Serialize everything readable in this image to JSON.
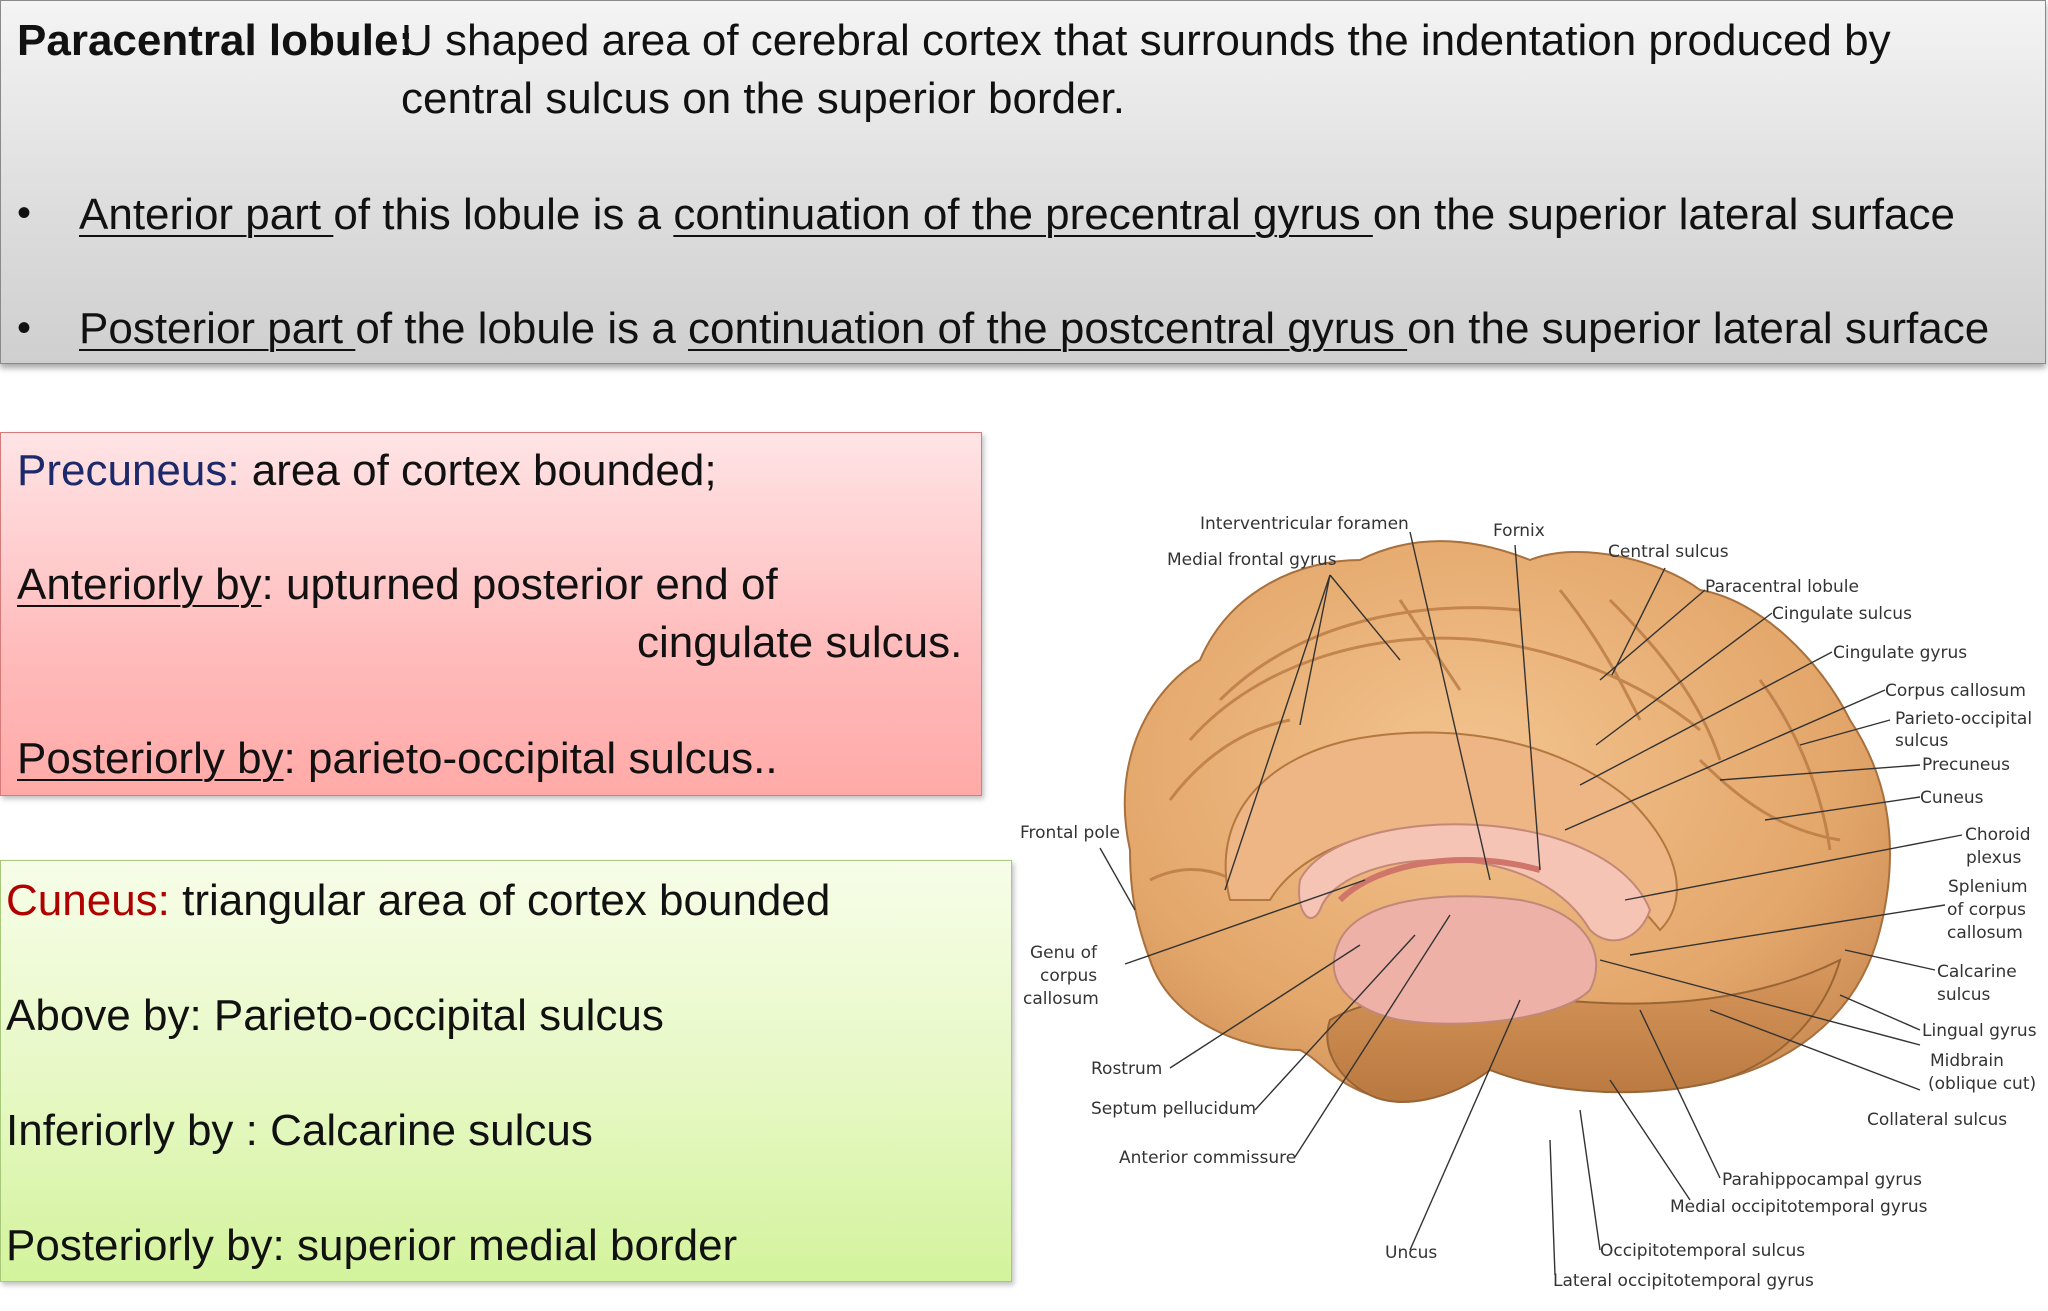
{
  "top": {
    "term": "Paracentral lobule:",
    "line1": "U shaped area of  cerebral cortex that surrounds the indentation produced by",
    "line2": "central sulcus on the superior border.",
    "bullet": "•",
    "b1_u1": "Anterior part ",
    "b1_t1": "of this lobule is a ",
    "b1_u2": "continuation of the precentral gyrus ",
    "b1_t2": "on the superior lateral surface",
    "b2_u1": "Posterior part ",
    "b2_t1": "of the lobule is a ",
    "b2_u2": "continuation of the postcentral gyrus ",
    "b2_t2": "on the superior lateral surface"
  },
  "precuneus": {
    "term": "Precuneus:",
    "def": " area of cortex bounded;",
    "ant_u": " Anteriorly by",
    "ant_t": ":  upturned posterior end of",
    "ant_t2": "cingulate sulcus.",
    "post_u": "Posteriorly by",
    "post_t": ": parieto-occipital sulcus.."
  },
  "cuneus": {
    "term": "Cuneus:",
    "def": " triangular area of cortex bounded",
    "above": "Above by: Parieto-occipital sulcus",
    "inferior": "Inferiorly by : Calcarine sulcus",
    "posterior": "Posteriorly by:  superior medial border"
  },
  "figure": {
    "labels": {
      "interventricular_foramen": "Interventricular foramen",
      "medial_frontal_gyrus": "Medial frontal gyrus",
      "fornix": "Fornix",
      "central_sulcus": "Central sulcus",
      "paracentral_lobule": "Paracentral lobule",
      "cingulate_sulcus": "Cingulate sulcus",
      "cingulate_gyrus": "Cingulate gyrus",
      "corpus_callosum": "Corpus callosum",
      "parieto_occipital_1": "Parieto-occipital",
      "parieto_occipital_2": "sulcus",
      "precuneus": "Precuneus",
      "cuneus": "Cuneus",
      "choroid_1": "Choroid",
      "choroid_2": "plexus",
      "splenium_1": "Splenium",
      "splenium_2": "of corpus",
      "splenium_3": "callosum",
      "calcarine_1": "Calcarine",
      "calcarine_2": "sulcus",
      "lingual_gyrus": "Lingual gyrus",
      "midbrain_1": "Midbrain",
      "midbrain_2": "(oblique cut)",
      "collateral_sulcus": "Collateral sulcus",
      "parahippocampal_gyrus": "Parahippocampal gyrus",
      "medial_occipitotemporal_gyrus": "Medial occipitotemporal gyrus",
      "occipitotemporal_sulcus": "Occipitotemporal sulcus",
      "lateral_occipitotemporal_gyrus": "Lateral occipitotemporal gyrus",
      "uncus": "Uncus",
      "anterior_commissure": "Anterior commissure",
      "septum_pellucidum": "Septum pellucidum",
      "rostrum": "Rostrum",
      "genu_1": "Genu of",
      "genu_2": "corpus",
      "genu_3": "callosum",
      "frontal_pole": "Frontal pole"
    }
  }
}
